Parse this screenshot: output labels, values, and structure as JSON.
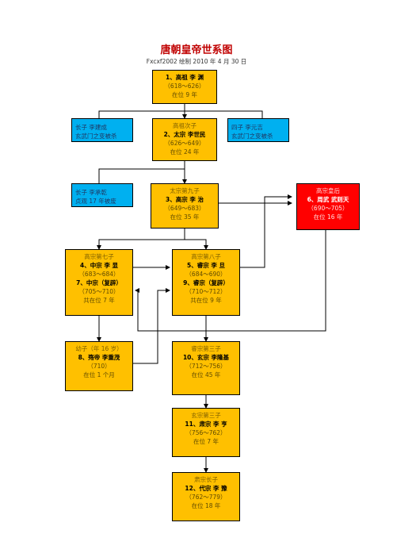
{
  "title": "唐朝皇帝世系图",
  "author": "Fxcxf2002 绘制      2010 年 4 月 30 日",
  "nodes": {
    "gaozu": {
      "lines": [
        "",
        "1、高祖  李  渊",
        "（618～626）",
        "在位 9 年"
      ]
    },
    "jiancheng": {
      "lines": [
        "长子  李建成",
        "玄武门之变被杀"
      ]
    },
    "taizong": {
      "lines": [
        "高祖次子",
        "2、太宗  李世民",
        "（626～649）",
        "在位 24 年"
      ]
    },
    "yuanji": {
      "lines": [
        "四子  李元吉",
        "玄武门之变被杀"
      ]
    },
    "chengqian": {
      "lines": [
        "长子  李承乾",
        "贞观 17 年被废"
      ]
    },
    "gaozong": {
      "lines": [
        "太宗第九子",
        "3、高宗  李  治",
        "（649～683）",
        "在位 35 年"
      ]
    },
    "wuzetian": {
      "lines": [
        "高宗皇后",
        "6、周武  武则天",
        "（690～705）",
        "在位 16 年"
      ]
    },
    "zhongzong": {
      "lines": [
        "高宗第七子",
        "4、中宗  李  显",
        "（683～684）",
        "7、中宗（复辟）",
        "（705～710）",
        "共在位 7 年"
      ]
    },
    "ruizong": {
      "lines": [
        "高宗第八子",
        "5、睿宗  李  旦",
        "（684～690）",
        "9、睿宗（复辟）",
        "（710～712）",
        "共在位 9 年"
      ]
    },
    "shangdi": {
      "lines": [
        "幼子（年 16 岁）",
        "8、殇帝  李重茂",
        "（710）",
        "在位 1 个月"
      ]
    },
    "xuanzong": {
      "lines": [
        "睿宗第三子",
        "10、玄宗  李隆基",
        "（712～756）",
        "在位 45 年"
      ]
    },
    "suzong": {
      "lines": [
        "玄宗第三子",
        "11、肃宗  李  亨",
        "（756～762）",
        "在位 7 年"
      ]
    },
    "daizong": {
      "lines": [
        "肃宗长子",
        "12、代宗  李  豫",
        "（762～779）",
        "在位 18 年"
      ]
    }
  }
}
